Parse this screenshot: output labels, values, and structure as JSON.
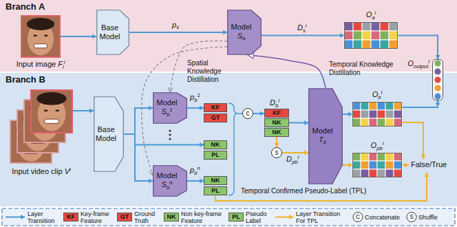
{
  "diagram": {
    "nodes": [
      {
        "text": [
          "Branch A"
        ]
      },
      {
        "text": [
          "Branch B"
        ]
      },
      {
        "text": [
          "Input image Fli"
        ],
        "in": 0
      },
      {
        "text": [
          "Base Model"
        ],
        "in": 0
      },
      {
        "text": [
          "Model Sa"
        ],
        "in": 0
      },
      {
        "text": [
          "Oai"
        ],
        "in": 0
      },
      {
        "text": [
          "Ooutputi"
        ]
      },
      {
        "text": [
          "Input video clip Vi"
        ],
        "in": 1
      },
      {
        "text": [
          "Base Model"
        ],
        "in": 1
      },
      {
        "text": [
          "Model Sb1"
        ],
        "in": 1
      },
      {
        "text": [
          "Model Sbn"
        ],
        "in": 1
      },
      {
        "text": [
          "KF"
        ],
        "in": 1
      },
      {
        "text": [
          "GT"
        ],
        "in": 1
      },
      {
        "text": [
          "NK"
        ],
        "in": 1
      },
      {
        "text": [
          "PL"
        ],
        "in": 1
      },
      {
        "text": [
          "NK"
        ],
        "in": 1
      },
      {
        "text": [
          "PL"
        ],
        "in": 1
      },
      {
        "text": [
          "c"
        ],
        "in": 1
      },
      {
        "text": [
          "KF"
        ],
        "in": 1
      },
      {
        "text": [
          "NK"
        ],
        "in": 1
      },
      {
        "text": [
          "NK"
        ],
        "in": 1
      },
      {
        "text": [
          "s"
        ],
        "in": 1
      },
      {
        "text": [
          "Model Tb"
        ],
        "in": 1
      },
      {
        "text": [
          "Obi"
        ],
        "in": 1
      },
      {
        "text": [
          "Opbi"
        ],
        "in": 1
      }
    ],
    "edges": [
      {
        "from": 2,
        "to": 3,
        "arrow": "to"
      },
      {
        "from": 3,
        "to": 4,
        "arrow": "to",
        "label": "ps"
      },
      {
        "from": 4,
        "to": 5,
        "arrow": "to",
        "label": "Dsi"
      },
      {
        "from": 5,
        "to": 6,
        "arrow": "to"
      },
      {
        "from": 7,
        "to": 8,
        "arrow": "to"
      },
      {
        "from": 8,
        "to": 9,
        "arrow": "to"
      },
      {
        "from": 8,
        "to": 13,
        "arrow": "to"
      },
      {
        "from": 8,
        "to": 10,
        "arrow": "to"
      },
      {
        "from": 9,
        "to": 11,
        "arrow": "to",
        "label": "pb1"
      },
      {
        "from": 10,
        "to": 15,
        "arrow": "to",
        "label": "pbn"
      },
      {
        "from": 17,
        "to": 18,
        "arrow": "to"
      },
      {
        "from": 19,
        "to": 22,
        "arrow": "to"
      },
      {
        "from": 20,
        "to": 21,
        "arrow": "to"
      },
      {
        "from": 21,
        "to": 22,
        "arrow": "to",
        "label": "Dpbi"
      },
      {
        "from": 22,
        "to": 23,
        "arrow": "to"
      },
      {
        "from": 22,
        "to": 24,
        "arrow": "to"
      },
      {
        "from": 23,
        "to": 6,
        "arrow": "to"
      },
      {
        "from": 4,
        "to": 9,
        "arrow": "to",
        "label": "Spatial Knowledge Distillation"
      },
      {
        "from": 4,
        "to": 10,
        "arrow": "to"
      },
      {
        "from": 22,
        "to": 4,
        "arrow": "to",
        "label": "Temporal Knowledge Distillation"
      }
    ],
    "labels": [
      "Dbi",
      "False/True",
      "Temporal Confirmed Pseudo-Label (TPL)",
      "KF",
      "GT",
      "NK",
      "PL",
      "C",
      "S"
    ],
    "legend": [
      {
        "text": "Layer Transition"
      },
      {
        "text": "Key-frame Feature",
        "color": "#e8483f"
      },
      {
        "text": "Ground Truth",
        "color": "#e8483f"
      },
      {
        "text": "Non key-frame Feature",
        "color": "#8cc56b"
      },
      {
        "text": "Pseudo Label",
        "color": "#8cc56b"
      },
      {
        "text": "Layer Transition For TPL"
      },
      {
        "text": "Concatenate"
      },
      {
        "text": "Shuffle"
      }
    ]
  }
}
